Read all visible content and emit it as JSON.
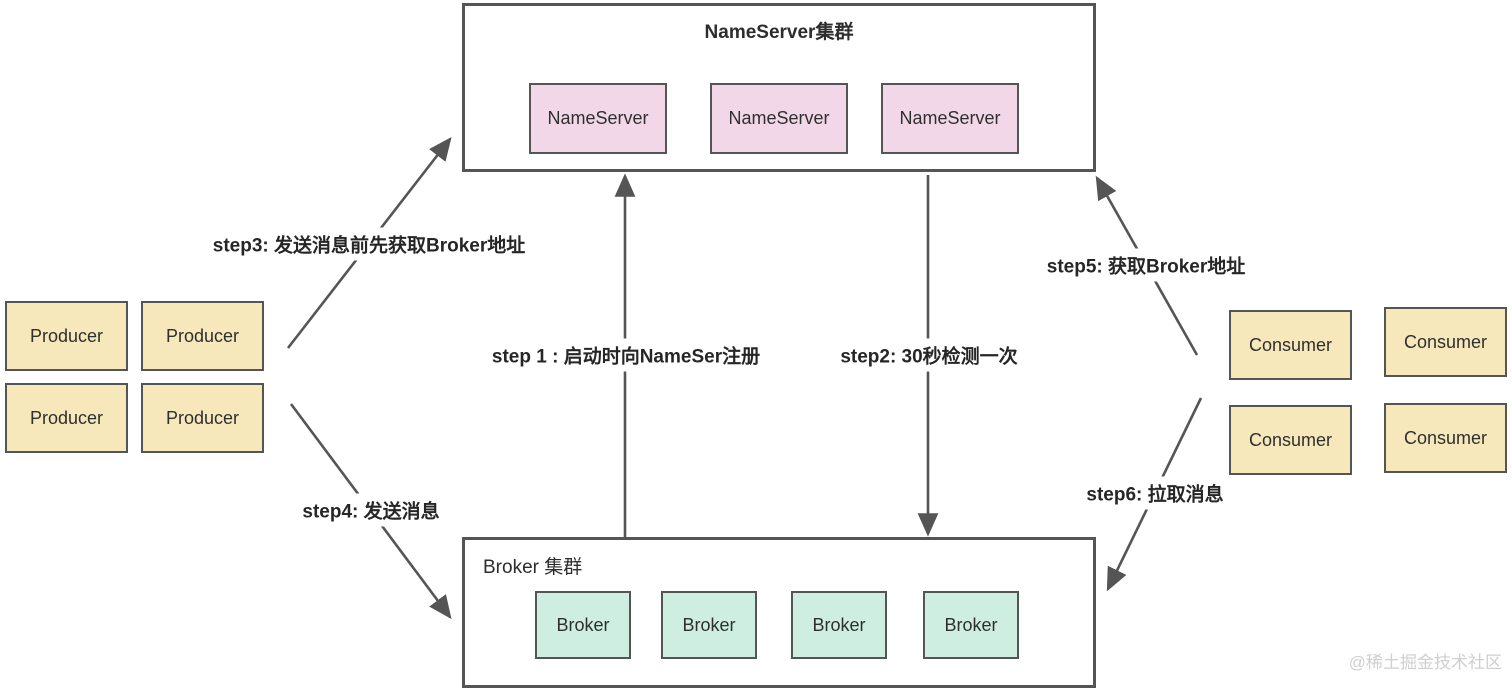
{
  "diagram": {
    "nameserver_cluster": {
      "title": "NameServer集群",
      "nodes": [
        "NameServer",
        "NameServer",
        "NameServer"
      ]
    },
    "broker_cluster": {
      "title": "Broker 集群",
      "nodes": [
        "Broker",
        "Broker",
        "Broker",
        "Broker"
      ]
    },
    "producers": [
      "Producer",
      "Producer",
      "Producer",
      "Producer"
    ],
    "consumers": [
      "Consumer",
      "Consumer",
      "Consumer",
      "Consumer"
    ],
    "steps": {
      "step1": "step 1 : 启动时向NameSer注册",
      "step2": "step2: 30秒检测一次",
      "step3": "step3: 发送消息前先获取Broker地址",
      "step4": "step4: 发送消息",
      "step5": "step5: 获取Broker地址",
      "step6": "step6: 拉取消息"
    },
    "colors": {
      "nameserver_fill": "#f2d7e9",
      "broker_fill": "#cdeee0",
      "producer_fill": "#f6e8ba",
      "consumer_fill": "#f6e8ba",
      "border": "#555555",
      "arrow": "#555555",
      "text": "#2d2d2d"
    },
    "watermark": "@稀土掘金技术社区"
  }
}
